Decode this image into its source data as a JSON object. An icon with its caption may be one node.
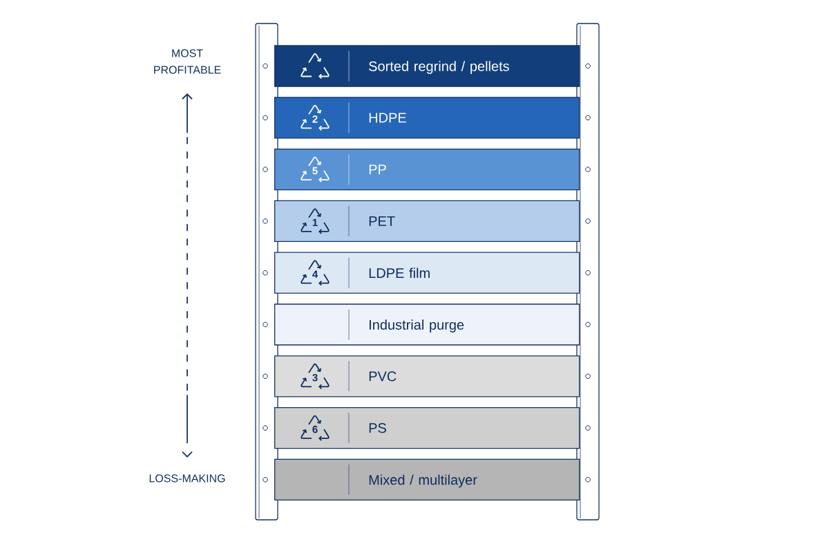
{
  "diagram": {
    "nodes": [
      {
        "text": [
          "Sorted regrind / pellets"
        ]
      },
      {
        "text": [
          "2",
          "HDPE"
        ]
      },
      {
        "text": [
          "5",
          "PP"
        ]
      },
      {
        "text": [
          "1",
          "PET"
        ]
      },
      {
        "text": [
          "4",
          "LDPE film"
        ]
      },
      {
        "text": [
          "Industrial purge"
        ]
      },
      {
        "text": [
          "3",
          "PVC"
        ]
      },
      {
        "text": [
          "6",
          "PS"
        ]
      },
      {
        "text": [
          "Mixed / multilayer"
        ]
      }
    ],
    "labels": [
      "MOST PROFITABLE",
      "LOSS-MAKING"
    ]
  }
}
